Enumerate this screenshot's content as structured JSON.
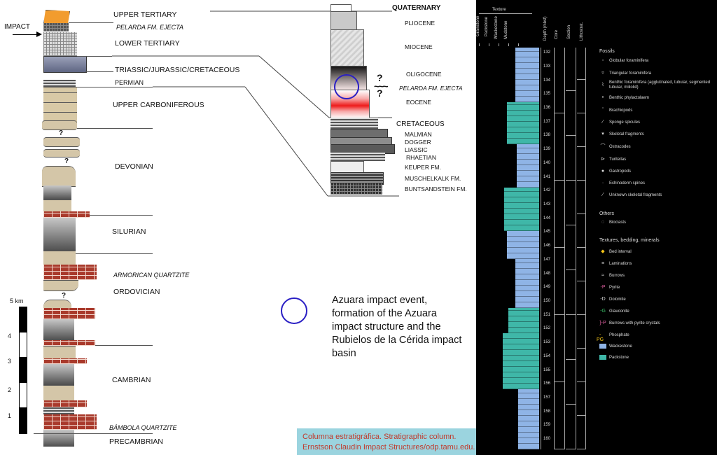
{
  "left_column": {
    "impact_label": "IMPACT",
    "units": {
      "upper_tertiary": "UPPER TERTIARY",
      "pelarda_ejecta": "PELARDA FM. EJECTA",
      "lower_tertiary": "LOWER TERTIARY",
      "triassic": "TRIASSIC/JURASSIC/CRETACEOUS",
      "permian": "PERMIAN",
      "upper_carboniferous": "UPPER CARBONIFEROUS",
      "devonian": "DEVONIAN",
      "silurian": "SILURIAN",
      "armorican": "ARMORICAN QUARTZITE",
      "ordovician": "ORDOVICIAN",
      "cambrian": "CAMBRIAN",
      "bambola": "BÁMBOLA QUARTZITE",
      "precambrian": "PRECAMBRIAN"
    },
    "question_marks": [
      "?",
      "?",
      "?"
    ],
    "scale": {
      "title": "5 km",
      "ticks": [
        "4",
        "3",
        "2",
        "1"
      ]
    }
  },
  "middle_column": {
    "units": {
      "quaternary": "QUATERNARY",
      "pliocene": "PLIOCENE",
      "miocene": "MIOCENE",
      "oligocene": "OLIGOCENE",
      "pelarda_ejecta": "PELARDA FM. EJECTA",
      "eocene": "EOCENE",
      "cretaceous": "CRETACEOUS",
      "malmian": "MALMIAN",
      "dogger": "DOGGER",
      "liassic": "LIASSIC",
      "rhaetian": "RHAETIAN",
      "keuper": "KEUPER FM.",
      "muschelkalk": "MUSCHELKALK FM.",
      "buntsandstein": "BUNTSANDSTEIN FM."
    },
    "question_marks": [
      "?",
      "?"
    ],
    "wavy": "~~~"
  },
  "legend_note": {
    "circle_color": "#2a1fc4",
    "text": "Azuara impact event, formation of the Azuara impact structure and the Rubielos de la Cérida impact basin"
  },
  "caption": {
    "line1": "Columna estratigráfica. Stratigraphic column.",
    "line2": "Ernstson Claudin Impact Structures/odp.tamu.edu."
  },
  "core_log": {
    "header_texture": "Texture",
    "column_headers": [
      "Grainstone",
      "Packstone",
      "Wackestone",
      "Mudstone",
      "Depth (mbsf)",
      "Core",
      "Section",
      "Lithostrat."
    ],
    "depths": [
      "132",
      "133",
      "134",
      "135",
      "136",
      "137",
      "138",
      "139",
      "140",
      "141",
      "142",
      "143",
      "144",
      "145",
      "146",
      "147",
      "148",
      "149",
      "150",
      "151",
      "152",
      "153",
      "154",
      "155",
      "156",
      "157",
      "158",
      "159",
      "160"
    ],
    "colors": {
      "wackestone": "#8fb4e6",
      "packstone": "#3fb7a8"
    },
    "legend": {
      "fossils_title": "Fossils",
      "fossils": [
        "Globular foraminifera",
        "Triangular foraminifera",
        "Benthic foraminifera (agglutinated, tubular, segmented tubular, miliolid)",
        "Benthic phylactolaem",
        "Brachiopods",
        "Sponge spicules",
        "Skeletal fragments",
        "Ostracodes",
        "Turitellas",
        "Gastropods",
        "Echinoderm spines",
        "Unknown skeletal fragments"
      ],
      "others_title": "Others",
      "others": [
        "Bioclasts"
      ],
      "textures_title": "Textures, bedding, minerals",
      "textures": [
        "Bed interval",
        "Laminations",
        "Burrows",
        "Pyrite",
        "Dolomite",
        "Glauconite",
        "Burrows with pyrite crystals",
        "Phosphate",
        "Wackestone",
        "Packstone"
      ],
      "texture_icons": [
        "◆",
        "≡",
        "≈",
        "-P",
        "-D",
        "-G",
        "}-P",
        "-PG",
        "■",
        "■"
      ]
    }
  }
}
